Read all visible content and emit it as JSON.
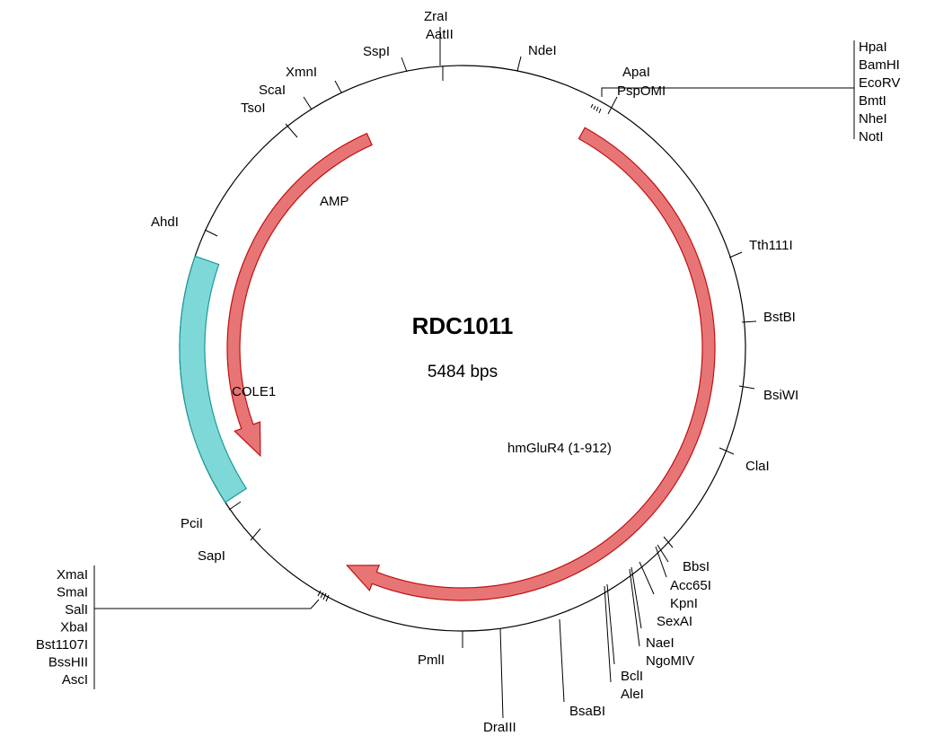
{
  "title": "RDC1011",
  "size_label": "5484 bps",
  "colors": {
    "amp": "#e87575",
    "amp_stroke": "#c01010",
    "hmglur4": "#e87575",
    "hmglur4_stroke": "#c01010",
    "cole1": "#7fd8d8",
    "cole1_stroke": "#1a9a9a"
  },
  "features": {
    "amp": "AMP",
    "hmglur4": "hmGluR4 (1-912)",
    "cole1": "COLE1"
  },
  "sites": {
    "zrai": "ZraI",
    "aatii": "AatII",
    "sspi": "SspI",
    "ndei": "NdeI",
    "xmni": "XmnI",
    "scai": "ScaI",
    "tsoi": "TsoI",
    "ahdi": "AhdI",
    "apai": "ApaI",
    "pspomi": "PspOMI",
    "tth111i": "Tth111I",
    "bstbi": "BstBI",
    "bsiwi": "BsiWI",
    "clai": "ClaI",
    "pcii": "PciI",
    "sapi": "SapI",
    "bbsi": "BbsI",
    "acc65i": "Acc65I",
    "kpni": "KpnI",
    "sexai": "SexAI",
    "naei": "NaeI",
    "ngomiv": "NgoMIV",
    "bcli": "BclI",
    "alei": "AleI",
    "bsabi": "BsaBI",
    "draiii": "DraIII",
    "pmli": "PmlI"
  },
  "mcs_right": [
    "HpaI",
    "BamHI",
    "EcoRV",
    "BmtI",
    "NheI",
    "NotI"
  ],
  "mcs_left": [
    "XmaI",
    "SmaI",
    "SalI",
    "XbaI",
    "Bst1107I",
    "BssHII",
    "AscI"
  ]
}
